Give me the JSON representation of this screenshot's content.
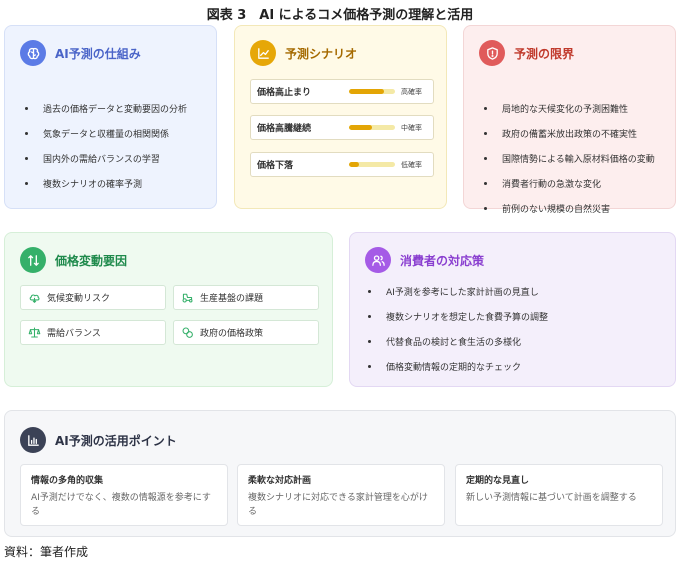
{
  "title": "図表 3　AI によるコメ価格予測の理解と活用",
  "source": "資料：筆者作成",
  "colors": {
    "blue": "#5b7be6",
    "yellow": "#e6a708",
    "red": "#e05b5b",
    "green": "#35b06a",
    "purple": "#a55be6",
    "dark": "#3b4256"
  },
  "cards": {
    "mechanism": {
      "title": "AI予測の仕組み",
      "icon": "brain-icon",
      "items": [
        "過去の価格データと変動要因の分析",
        "気象データと収穫量の相関関係",
        "国内外の需給バランスの学習",
        "複数シナリオの確率予測"
      ]
    },
    "scenario": {
      "title": "予測シナリオ",
      "icon": "trend-chart-icon",
      "items": [
        {
          "label": "価格高止まり",
          "rate": "高確率",
          "level": 0.75
        },
        {
          "label": "価格高騰継続",
          "rate": "中確率",
          "level": 0.5
        },
        {
          "label": "価格下落",
          "rate": "低確率",
          "level": 0.22
        }
      ]
    },
    "limits": {
      "title": "予測の限界",
      "icon": "shield-alert-icon",
      "items": [
        "局地的な天候変化の予測困難性",
        "政府の備蓄米放出政策の不確実性",
        "国際情勢による輸入原材料価格の変動",
        "消費者行動の急激な変化",
        "前例のない規模の自然災害"
      ]
    },
    "factors": {
      "title": "価格変動要因",
      "icon": "up-down-arrows-icon",
      "items": [
        {
          "label": "気候変動リスク",
          "icon": "cloud-icon"
        },
        {
          "label": "生産基盤の課題",
          "icon": "tractor-icon"
        },
        {
          "label": "需給バランス",
          "icon": "scale-icon"
        },
        {
          "label": "政府の価格政策",
          "icon": "coins-icon"
        }
      ]
    },
    "consumer": {
      "title": "消費者の対応策",
      "icon": "users-icon",
      "items": [
        "AI予測を参考にした家計計画の見直し",
        "複数シナリオを想定した食費予算の調整",
        "代替食品の検討と食生活の多様化",
        "価格変動情報の定期的なチェック"
      ]
    },
    "usage": {
      "title": "AI予測の活用ポイント",
      "icon": "bar-chart-icon",
      "points": [
        {
          "title": "情報の多角的収集",
          "desc": "AI予測だけでなく、複数の情報源を参考にする"
        },
        {
          "title": "柔軟な対応計画",
          "desc": "複数シナリオに対応できる家計管理を心がける"
        },
        {
          "title": "定期的な見直し",
          "desc": "新しい予測情報に基づいて計画を調整する"
        }
      ]
    }
  }
}
